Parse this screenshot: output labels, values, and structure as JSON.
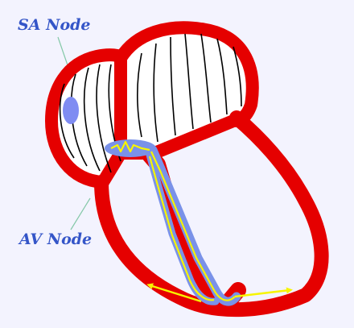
{
  "labels": {
    "sa_node": "SA Node",
    "av_node": "AV Node"
  },
  "colors": {
    "background": "#f3f3fe",
    "label": "#3455c8",
    "heart_wall": "#e50000",
    "chamber_fill": "#ffffff",
    "fiber_lines": "#000000",
    "node_fill": "#7f8cf2",
    "conduction_outer": "#7a92e8",
    "conduction_inner": "#f7f500",
    "leader_line": "#84c8a8"
  },
  "icons": {
    "impulse_arrows": "double-headed-arrow"
  }
}
